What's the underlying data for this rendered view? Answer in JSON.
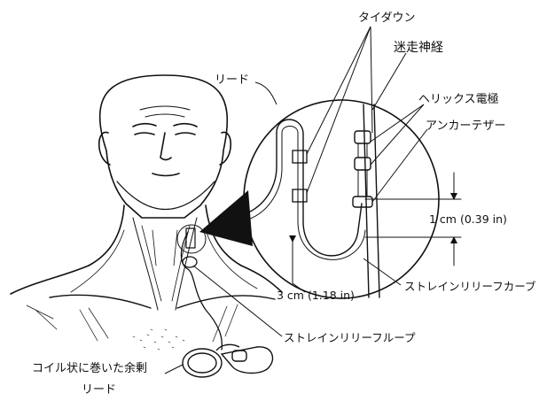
{
  "labels": {
    "tie_down": "タイダウン",
    "vagus_nerve": "迷走神経",
    "lead": "リード",
    "helix_electrode": "ヘリックス電極",
    "anchor_tether": "アンカーテザー",
    "distance_1cm": "1 cm (0.39 in)",
    "distance_3cm": "3 cm (1.18 in)",
    "strain_relief_bend": "ストレインリリーフカーブ",
    "strain_relief_loop": "ストレインリリーフループ",
    "coiled_excess_lead_line1": "コイル状に巻いた余剰",
    "coiled_excess_lead_line2": "リード"
  },
  "colors": {
    "ink": "#111111",
    "paper": "#ffffff"
  }
}
